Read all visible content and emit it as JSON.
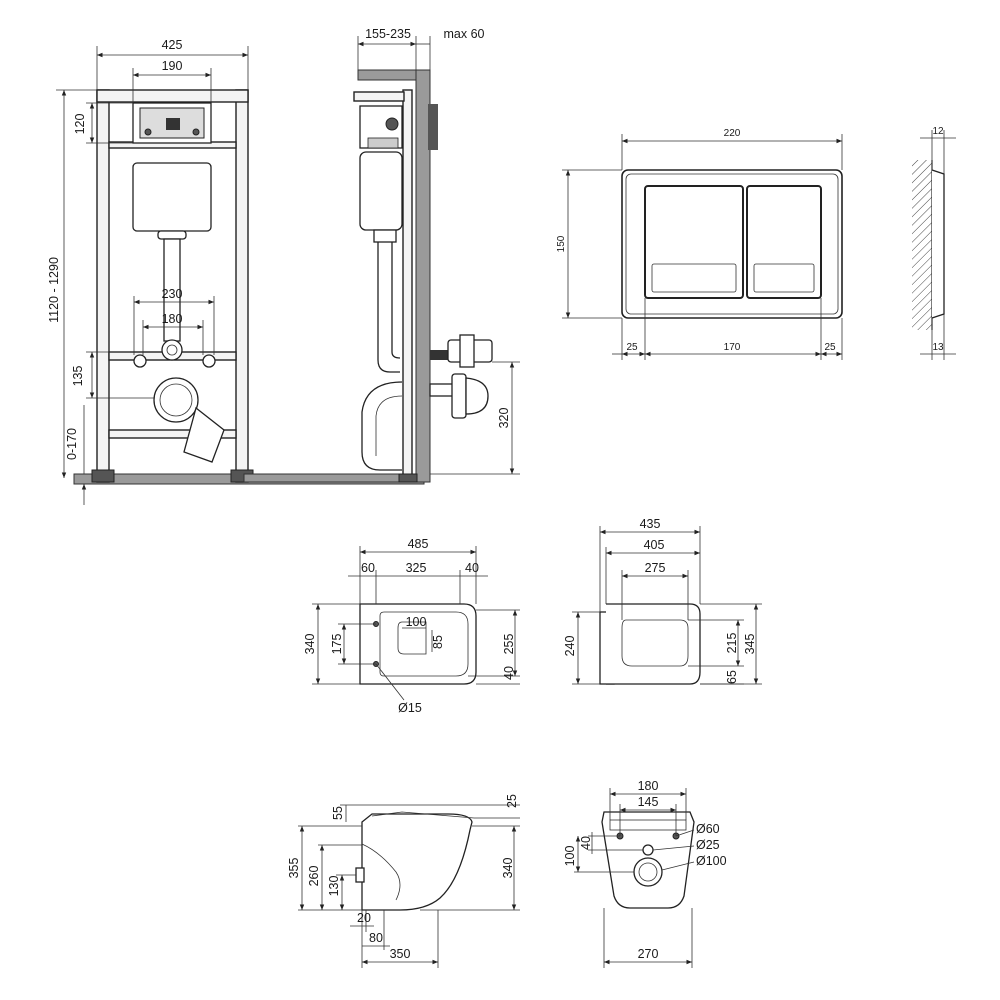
{
  "installation_frame": {
    "front_view": {
      "width_label": "425",
      "plate_width_label": "190",
      "plate_height_label": "120",
      "height_range_label": "1120 - 1290",
      "bolt_spacing_outer_label": "230",
      "bolt_spacing_inner_label": "180",
      "drain_height_label": "135",
      "leg_adjust_label": "0-170"
    },
    "side_view": {
      "depth_range_label": "155-235",
      "wall_offset_label": "max 60",
      "inlet_height_label": "320"
    }
  },
  "flush_plate": {
    "front": {
      "width_label": "220",
      "height_label": "150",
      "left_margin_label": "25",
      "center_label": "170",
      "right_margin_label": "25"
    },
    "side": {
      "top_thickness_label": "12",
      "bottom_thickness_label": "13"
    }
  },
  "bowl_top_view": {
    "total_label": "485",
    "left_label": "60",
    "mid_label": "325",
    "right_label": "40",
    "width_label": "340",
    "hole_spacing_label": "175",
    "outlet_width_label": "100",
    "outlet_depth_label": "85",
    "seat_width_label": "255",
    "rear_offset_label": "40",
    "hole_dia_label": "Ø15"
  },
  "seat_top_view": {
    "total_label": "435",
    "inner_label": "405",
    "lid_label": "275",
    "rear_width_label": "240",
    "lid_width_label": "215",
    "overall_width_label": "345",
    "hinge_offset_label": "65"
  },
  "bowl_side_view": {
    "top_offset_label": "25",
    "rim_label": "55",
    "height_label": "355",
    "back_height_label": "260",
    "outlet_height_label": "130",
    "front_height_label": "340",
    "foot_label": "20",
    "gap_label": "80",
    "depth_label": "350"
  },
  "bowl_rear_view": {
    "top_width_label": "180",
    "bolt_spacing_label": "145",
    "inlet_offset_label": "40",
    "outlet_offset_label": "100",
    "inlet_dia_label": "Ø60",
    "bolt_dia_label": "Ø25",
    "outlet_dia_label": "Ø100",
    "bottom_width_label": "270"
  }
}
